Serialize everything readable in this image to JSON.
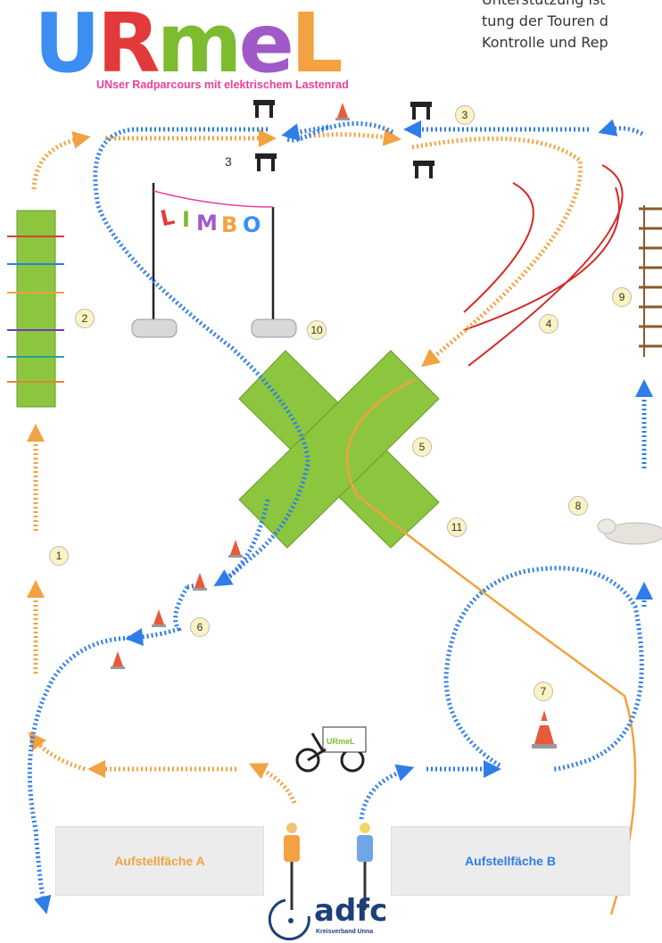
{
  "logo": {
    "letters": [
      {
        "char": "U",
        "color": "#3c8ef2"
      },
      {
        "char": "R",
        "color": "#e23a3a"
      },
      {
        "char": "m",
        "color": "#7dbb2f"
      },
      {
        "char": "e",
        "color": "#a05ac8"
      },
      {
        "char": "L",
        "color": "#f2a240"
      }
    ],
    "subtitle": "UNser Radparcours mit elektrischem Lastenrad"
  },
  "intro_lines": [
    "Unterstützung ist",
    "tung der Touren d",
    "Kontrolle und Rep"
  ],
  "stations": {
    "s1": "1",
    "s2": "2",
    "s3a": "3",
    "s3b": "3",
    "s4": "4",
    "s5": "5",
    "s6": "6",
    "s7": "7",
    "s8": "8",
    "s9": "9",
    "s10": "10",
    "s11": "11"
  },
  "limbo_letters": [
    {
      "char": "L",
      "color": "#e23a3a"
    },
    {
      "char": "I",
      "color": "#7dbb2f"
    },
    {
      "char": "M",
      "color": "#a05ac8"
    },
    {
      "char": "B",
      "color": "#f2a240"
    },
    {
      "char": "O",
      "color": "#3c8ef2"
    }
  ],
  "areas": {
    "a": "Aufstellfäche A",
    "b": "Aufstellfäche B"
  },
  "bike_sign": "URmeL",
  "adfc": {
    "name": "adfc",
    "sub": "Kreisverband Unna"
  },
  "colors": {
    "orange": "#f2a240",
    "blue": "#2f7de8",
    "green": "#8cc63f",
    "red": "#d42a2a",
    "brown": "#8b5a2b"
  }
}
